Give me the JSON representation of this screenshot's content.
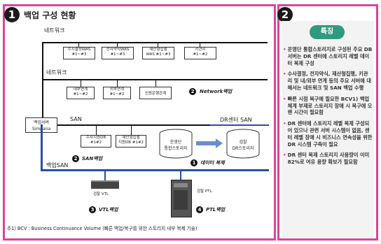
{
  "left_panel": {
    "number": "1",
    "title": "백업 구성 현황"
  },
  "right_panel": {
    "number": "2",
    "badge": "특징"
  },
  "network_top": {
    "label": "네트워크",
    "boxes": [
      "수시결정WAS\n#1~#3",
      "전자약식WAS\n#1~#3",
      "재산형집행\nWAS #1~#3",
      "키관리\n#1~#2"
    ]
  },
  "network_mid": {
    "label": "네트워크",
    "boxes": [
      "내부연계\n#1~#2",
      "외부연계\n#1~#2",
      "신원운행관계"
    ]
  },
  "network_backup": {
    "number": "2",
    "label": "Network백업"
  },
  "backup_server": {
    "label": "백업서버\nSimpana"
  },
  "san": {
    "label": "SAN",
    "boxes": [
      "수사지원DB\n#1#2",
      "재산형집행\n지원DB #1#2"
    ],
    "number": "2",
    "backup_label": "SAN백업"
  },
  "dr_san": {
    "label": "DR센터 SAN"
  },
  "ops_storage": {
    "label": "운영단\n통합스토리지"
  },
  "dr_storage": {
    "label": "검찰\nDR스토리지"
  },
  "data_replication": {
    "number": "1",
    "label": "데이터 복제"
  },
  "backup_san": {
    "label": "백업SAN"
  },
  "vtl": {
    "device_label": "검찰 VTL",
    "number": "3",
    "backup_label": "VTL백업"
  },
  "ptl": {
    "device_label": "검찰 PTL",
    "number": "4",
    "backup_label": "PTL백업"
  },
  "footnote": "주1) BCV : Business Continuance Volume (빠른 백업/복구를 위한 스토리지 내부 복제 기술)",
  "features": [
    "운영단 통합스토리지로 구성된 주요 DB 서버는 DR 센터에 스토리지 레벨 데이터 복제 구성",
    "수사결정, 전자약식, 재산형집행, 키관리 및 내/외부 연계 등의 주요 서버에 대해서는 네트워크 및 SAN 백업 수행",
    "빠른 시점 복구에 필요한 BCV1) 백업 체계 부재로 스토리지 장애 시 복구에 오랜 시간이 필요함",
    "DR 센터에 스토리지 레벨 복제 구성되어 있으나 관련 서버 시스템이 없음, 센터 레벨 장애 시 비즈니스 연속성을 위한 DR 시스템 구축이 필요",
    "DR 센터 복제 스토리지 사용량이 이미 82%로 여유 용량 확보가 필요함"
  ],
  "colors": {
    "accent_pink": "#d9459a",
    "badge_green": "#2f9a7e",
    "san_blue": "#2b4ea3"
  }
}
